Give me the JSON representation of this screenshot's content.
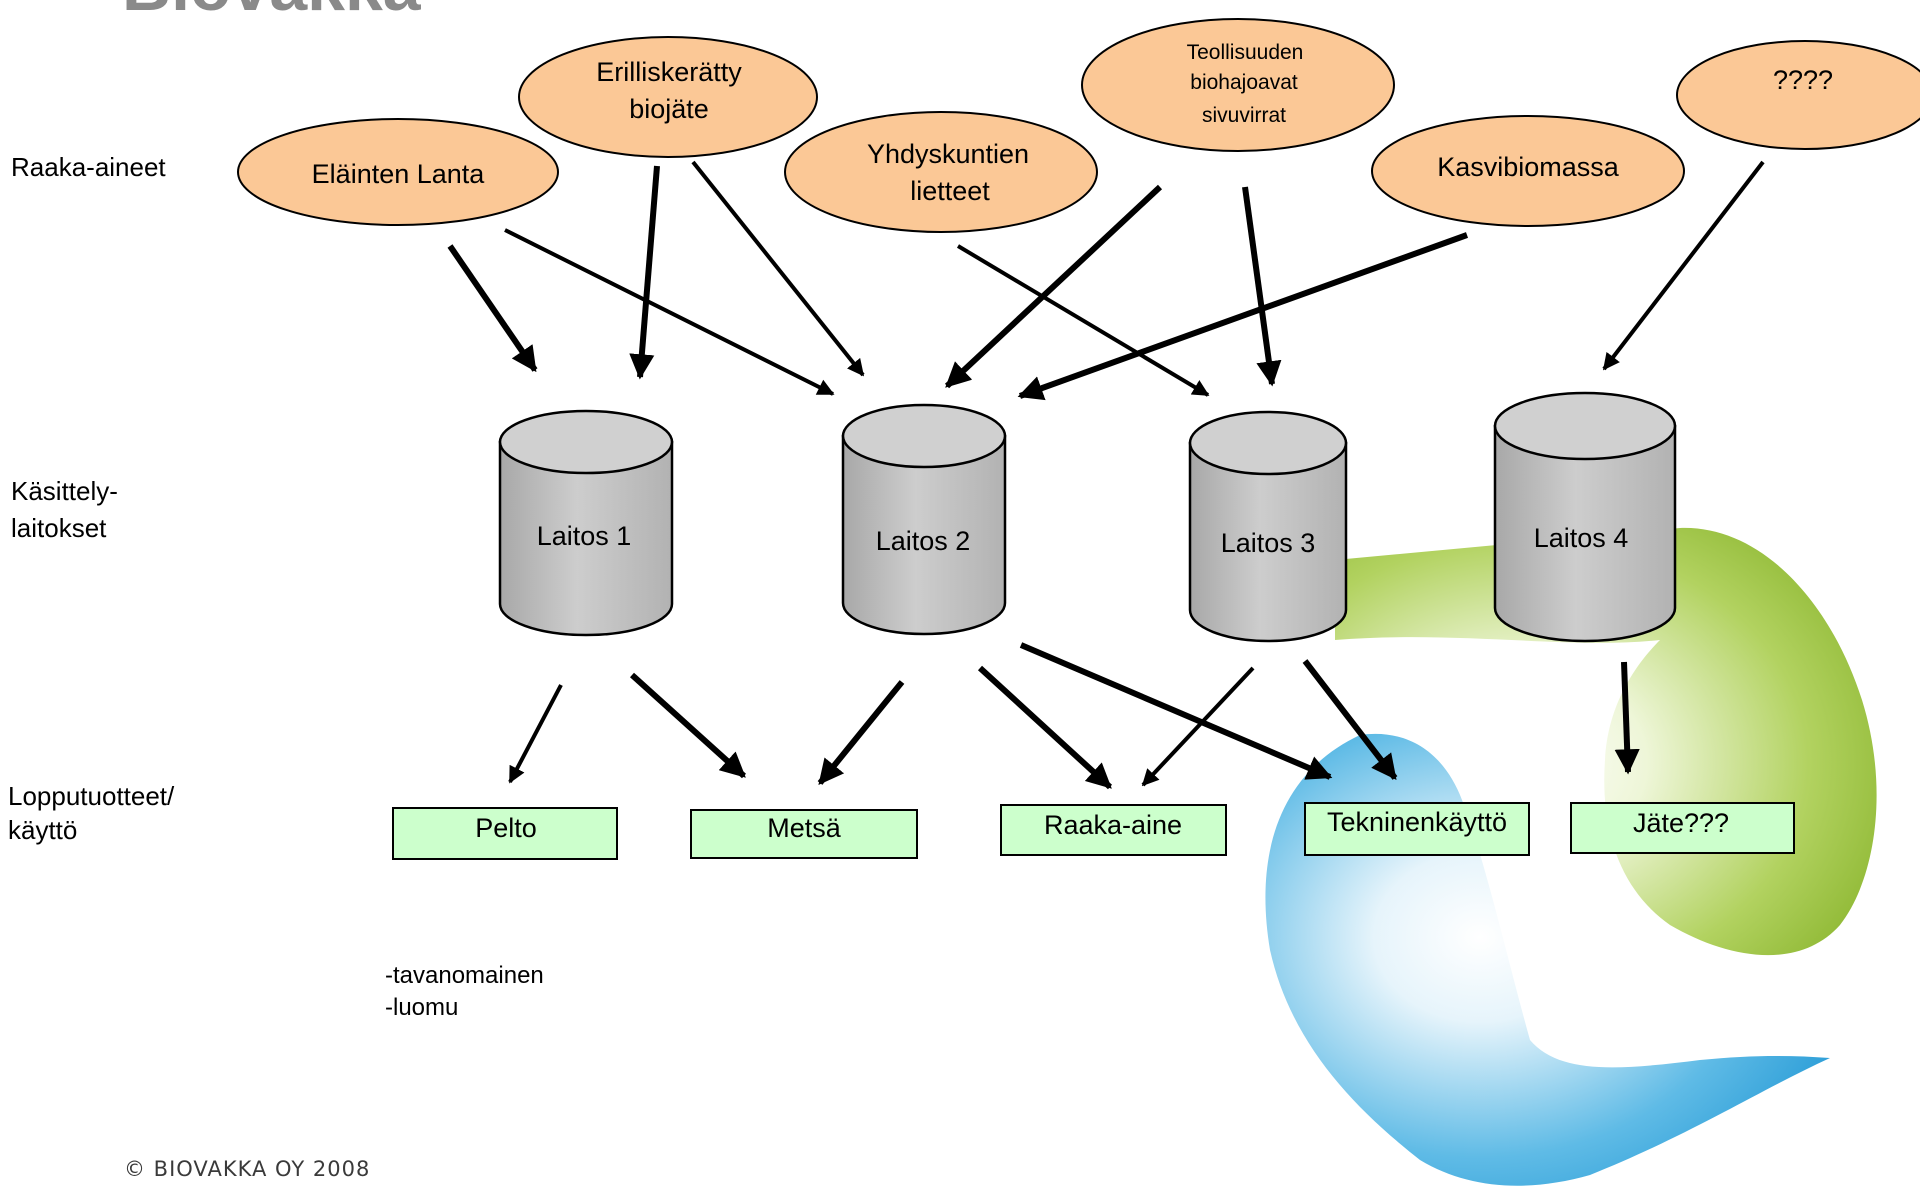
{
  "title": "Biovakka",
  "row_labels": {
    "raw_materials": "Raaka-aineet",
    "processing_line1": "Käsittely-",
    "processing_line2": "laitokset",
    "products_line1": "Lopputuotteet/",
    "products_line2": "käyttö"
  },
  "sources": {
    "manure": [
      "Eläinten Lanta"
    ],
    "biowaste": [
      "Erilliskerätty",
      "biojäte"
    ],
    "sludge": [
      "Yhdyskuntien",
      "lietteet"
    ],
    "industrial": [
      "Teollisuuden",
      "biohajoavat",
      "sivuvirrat"
    ],
    "plant_biomass": [
      "Kasvibiomassa"
    ],
    "unknown": [
      "????"
    ]
  },
  "plants": [
    "Laitos 1",
    "Laitos 2",
    "Laitos 3",
    "Laitos 4"
  ],
  "products": [
    "Pelto",
    "Metsä",
    "Raaka-aine",
    "Tekninenkäyttö",
    "Jäte???"
  ],
  "notes": [
    "-tavanomainen",
    "-luomu"
  ],
  "footer": "© BIOVAKKA OY 2008",
  "colors": {
    "source_fill": "#fbc896",
    "plant_fill": "#c0c0c0",
    "product_fill": "#ccffcc",
    "logo_blue": "#2a9fd8",
    "logo_green": "#8fb83a"
  }
}
